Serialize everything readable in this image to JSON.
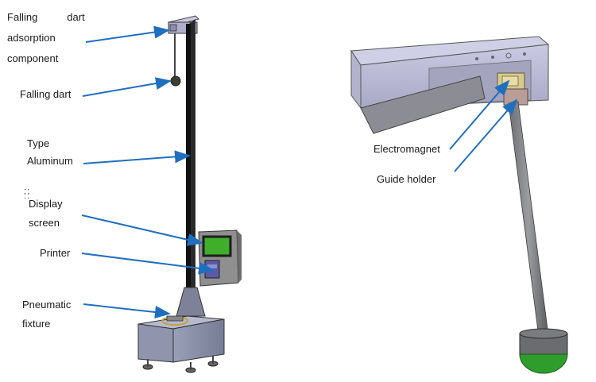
{
  "left_labels": {
    "adsorption": {
      "line1_a": "Falling",
      "line1_b": "dart",
      "line2": "adsorption",
      "line3": "component"
    },
    "falling_dart": "Falling dart",
    "type_aluminum": {
      "line1": "Type",
      "line2": "Aluminum"
    },
    "display_screen": {
      "line1": "Display",
      "line2": "screen"
    },
    "printer": "Printer",
    "pneumatic_fixture": {
      "line1": "Pneumatic",
      "line2": "fixture"
    }
  },
  "right_labels": {
    "electromagnet": "Electromagnet",
    "guide_holder": "Guide holder"
  },
  "colors": {
    "arrow": "#1f6fbf",
    "frame_dark": "#1c1c1c",
    "base_gray": "#8a8fa3",
    "screen_green": "#3fae2a",
    "dart_green": "#2e9d2e",
    "magnet_yellow": "#d9c98a",
    "housing_lavender": "#b8b8d8"
  }
}
